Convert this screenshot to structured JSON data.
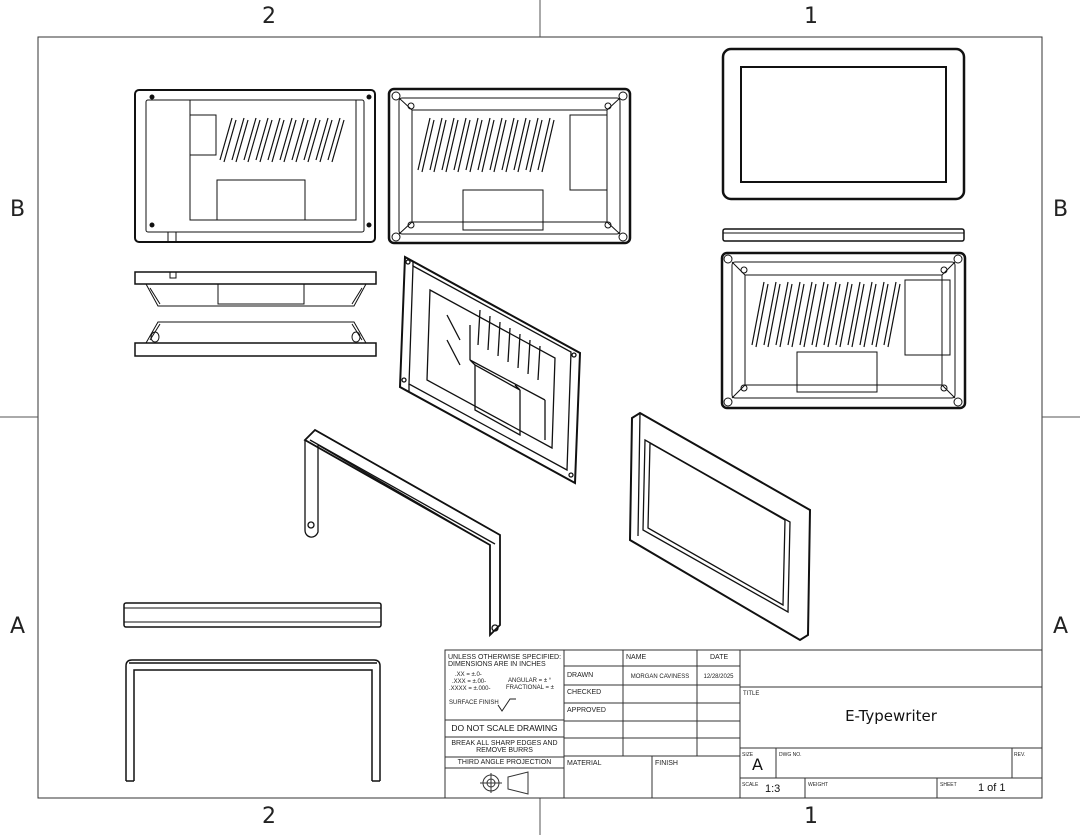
{
  "zones": {
    "top_left": "2",
    "top_right": "1",
    "bottom_left": "2",
    "bottom_right": "1",
    "left_upper": "B",
    "left_lower": "A",
    "right_upper": "B",
    "right_lower": "A"
  },
  "title_block": {
    "tolerance_lines": [
      "UNLESS OTHERWISE SPECIFIED:",
      "DIMENSIONS ARE IN INCHES",
      ".XX = ±.0-",
      ".XXX = ±.00-",
      ".XXXX = ±.000-",
      "ANGULAR = ± °",
      "FRACTIONAL = ±",
      "SURFACE FINISH"
    ],
    "do_not_scale": "DO NOT SCALE DRAWING",
    "break_edges_1": "BREAK ALL SHARP EDGES AND",
    "break_edges_2": "REMOVE BURRS",
    "projection": "THIRD ANGLE PROJECTION",
    "name_header": "NAME",
    "date_header": "DATE",
    "drawn_label": "DRAWN",
    "drawn_name": "MORGAN CAVINESS",
    "drawn_date": "12/28/2025",
    "checked_label": "CHECKED",
    "approved_label": "APPROVED",
    "material_label": "MATERIAL",
    "finish_label": "FINISH",
    "title_label": "TITLE",
    "title": "E-Typewriter",
    "size_label": "SIZE",
    "size": "A",
    "dwg_no_label": "DWG NO.",
    "rev_label": "REV.",
    "scale_label": "SCALE",
    "scale": "1:3",
    "weight_label": "WEIGHT",
    "sheet_label": "SHEET",
    "sheet": "1 of 1"
  }
}
